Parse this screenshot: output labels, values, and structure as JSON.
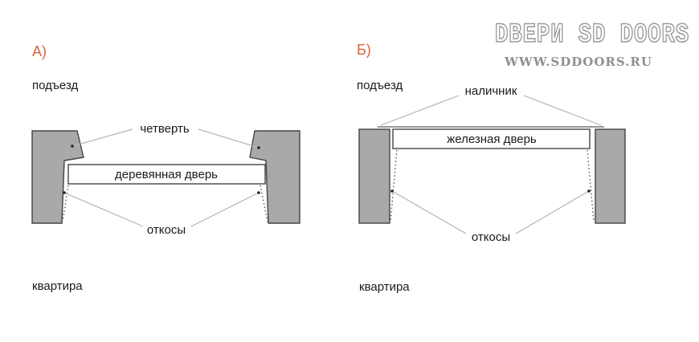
{
  "watermark": {
    "logo": "DВЕРИ SD DOORS",
    "site": "WWW.SDDOORS.RU"
  },
  "diagram_a": {
    "letter": "А)",
    "top_label": "подъезд",
    "bottom_label": "квартира",
    "rebate_label": "четверть",
    "door_label": "деревянная дверь",
    "reveal_label": "откосы"
  },
  "diagram_b": {
    "letter": "Б)",
    "top_label": "подъезд",
    "bottom_label": "квартира",
    "trim_label": "наличник",
    "door_label": "железная дверь",
    "reveal_label": "откосы"
  },
  "colors": {
    "wall_fill": "#a9a9a9",
    "letter_accent": "#d8623c"
  }
}
